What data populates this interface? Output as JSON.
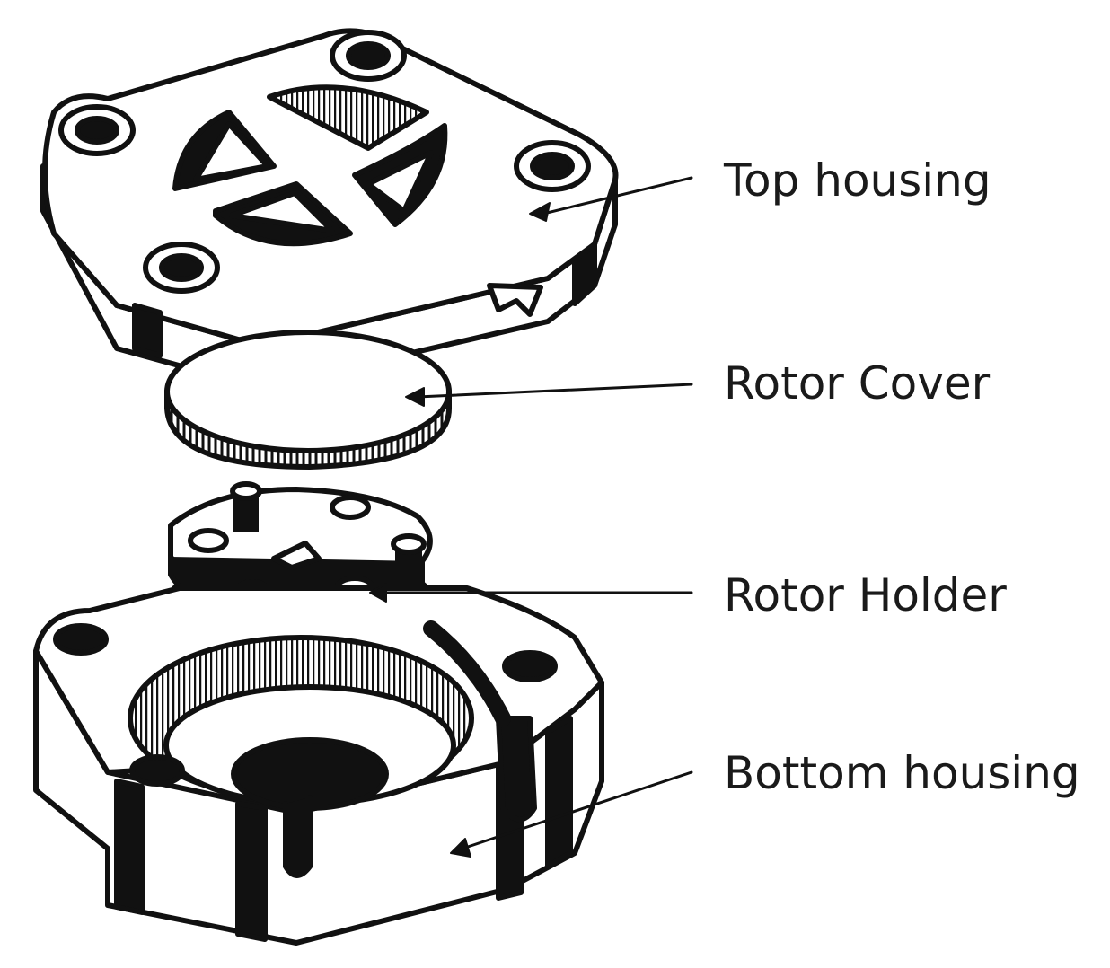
{
  "diagram": {
    "labels": {
      "top_housing": "Top housing",
      "rotor_cover": "Rotor Cover",
      "rotor_holder": "Rotor Holder",
      "bottom_housing": "Bottom housing"
    },
    "colors": {
      "ink": "#111111",
      "paper": "#ffffff"
    }
  }
}
